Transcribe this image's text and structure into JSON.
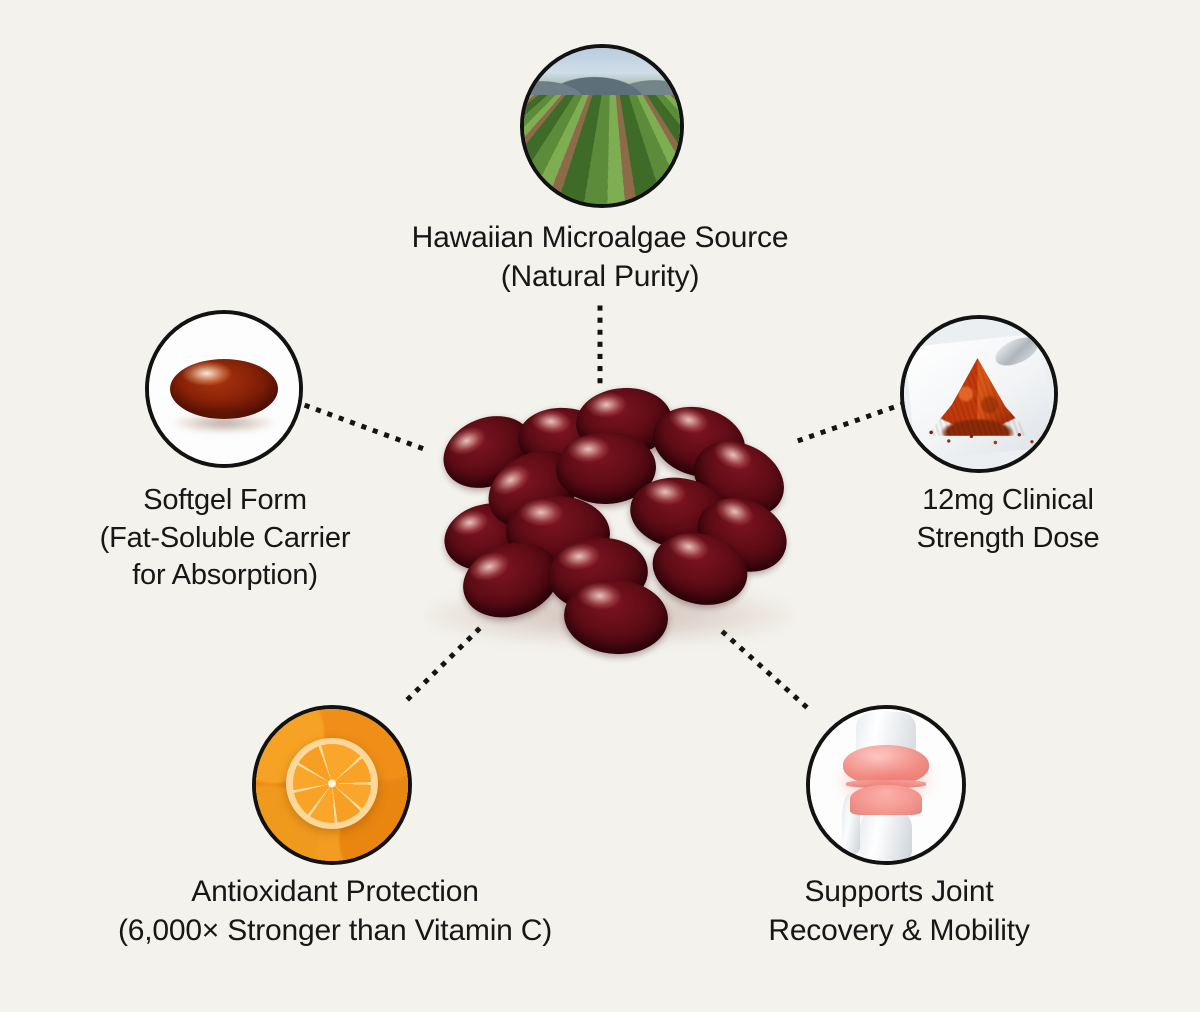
{
  "page": {
    "background_color": "#f3f2ec",
    "text_color": "#171717",
    "subject": "astaxanthin softgel supplement benefits infographic",
    "center_image_name": "astaxanthin-softgel-pile"
  },
  "benefits": [
    {
      "id": "hawaiian-microalgae-source",
      "icon_name": "algae-farm-field-photo",
      "label": "Hawaiian Microalgae Source\n(Natural Purity)",
      "position": "top"
    },
    {
      "id": "softgel-form",
      "icon_name": "single-softgel-capsule-photo",
      "label": "Softgel Form\n(Fat-Soluble Carrier\nfor Absorption)",
      "position": "left"
    },
    {
      "id": "clinical-strength-dose",
      "icon_name": "astaxanthin-powder-on-plate-photo",
      "label": "12mg Clinical\nStrength Dose",
      "position": "right"
    },
    {
      "id": "antioxidant-protection",
      "icon_name": "oranges-vitamin-c-photo",
      "label": "Antioxidant Protection\n(6,000× Stronger than Vitamin C)",
      "position": "bottom-left"
    },
    {
      "id": "joint-recovery",
      "icon_name": "knee-joint-anatomy-illustration",
      "label": "Supports Joint\nRecovery & Mobility",
      "position": "bottom-right"
    }
  ],
  "colors": {
    "badge_border": "#121212",
    "connector_dot": "#141414",
    "softgel_dark_red": "#5e0c16",
    "powder_orange": "#c2390c",
    "orange_fruit": "#f3921a"
  }
}
